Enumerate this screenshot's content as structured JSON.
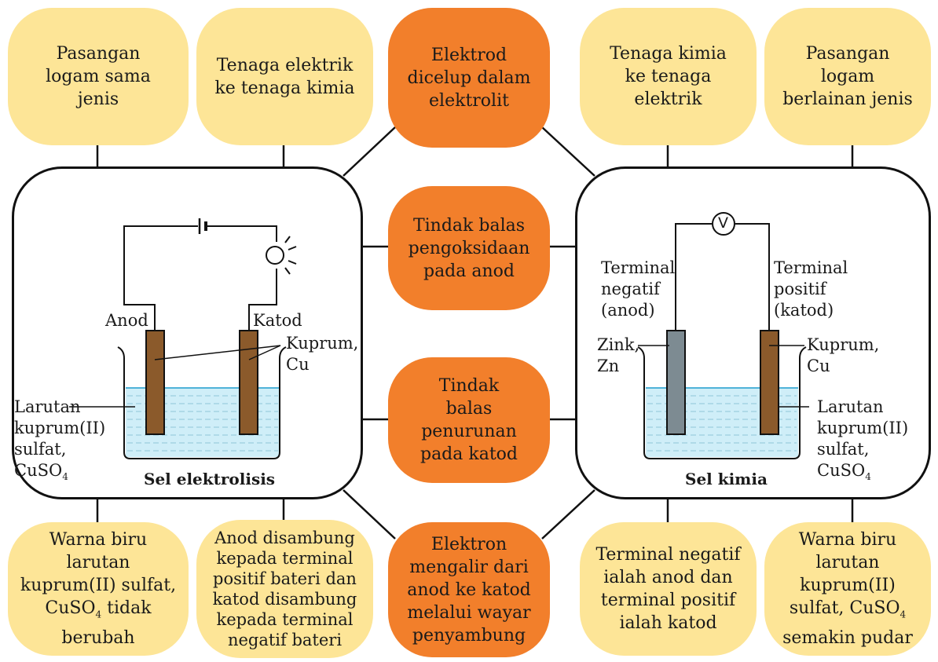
{
  "top_boxes": [
    "Pasangan logam sama jenis",
    "Tenaga elektrik ke tenaga kimia",
    "Elektrod dicelup dalam elektrolit",
    "Tenaga kimia ke tenaga elektrik",
    "Pasangan logam berlainan jenis"
  ],
  "middle_boxes": [
    "Tindak balas pengoksidaan pada anod",
    "Tindak balas penurunan pada katod"
  ],
  "bottom_boxes": [
    "Warna biru larutan kuprum(II) sulfat, CuSO4 tidak berubah",
    "Anod disambung kepada terminal positif bateri dan katod disambung kepada terminal negatif bateri",
    "Elektron mengalir dari anod ke katod melalui wayar penyambung",
    "Terminal negatif ialah anod dan terminal positif ialah katod",
    "Warna biru larutan kuprum(II) sulfat, CuSO4 semakin pudar"
  ],
  "electrolysis": {
    "title": "Sel elektrolisis",
    "anode": "Anod",
    "cathode": "Katod",
    "copper": "Kuprum, Cu",
    "solution": "Larutan kuprum(II) sulfat, CuSO4"
  },
  "chemical": {
    "title": "Sel kimia",
    "voltmeter": "V",
    "neg_terminal": "Terminal negatif (anod)",
    "pos_terminal": "Terminal positif (katod)",
    "zinc": "Zink, Zn",
    "copper": "Kuprum, Cu",
    "solution": "Larutan kuprum(II) sulfat, CuSO4"
  },
  "colors": {
    "yellow_box": "#fde597",
    "orange_box": "#f27f2b",
    "copper_electrode": "#8b5a2b",
    "zinc_electrode": "#7d8b92",
    "solution": "#cfeef8"
  }
}
